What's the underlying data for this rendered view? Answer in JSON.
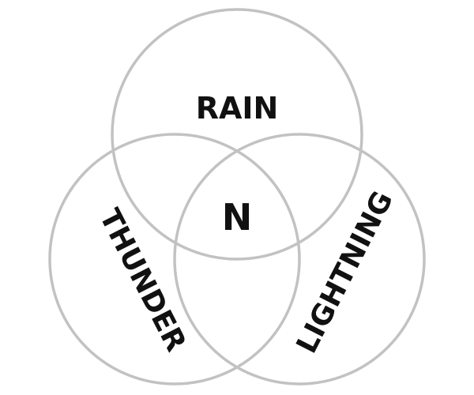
{
  "diagram": {
    "type": "venn",
    "sets": [
      {
        "id": "rain",
        "label": "RAIN"
      },
      {
        "id": "thunder",
        "label": "THUNDER"
      },
      {
        "id": "lightning",
        "label": "LIGHTNING"
      }
    ],
    "intersection_label": "N",
    "colors": {
      "circle_stroke": "#c2c2c2",
      "text": "#111111",
      "background": "#ffffff"
    }
  }
}
